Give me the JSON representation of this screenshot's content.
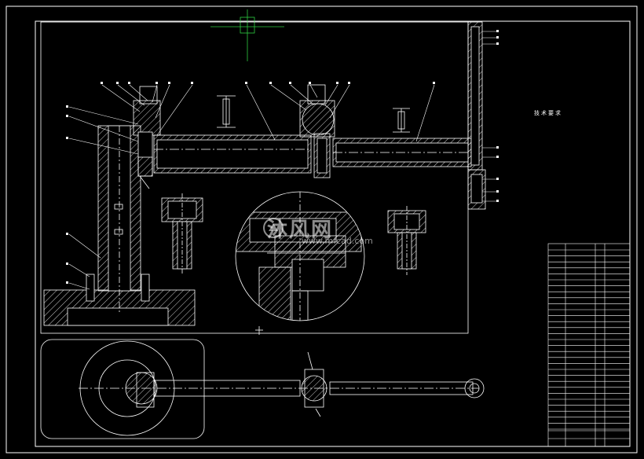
{
  "drawing": {
    "tech_requirements_title": "技术要求",
    "watermark_brand": "沐风网",
    "watermark_url": "www.mfcad.com",
    "colors": {
      "background": "#000000",
      "line": "#ffffff",
      "hatch": "#ffffff",
      "accent_green": "#2ecc40"
    }
  }
}
